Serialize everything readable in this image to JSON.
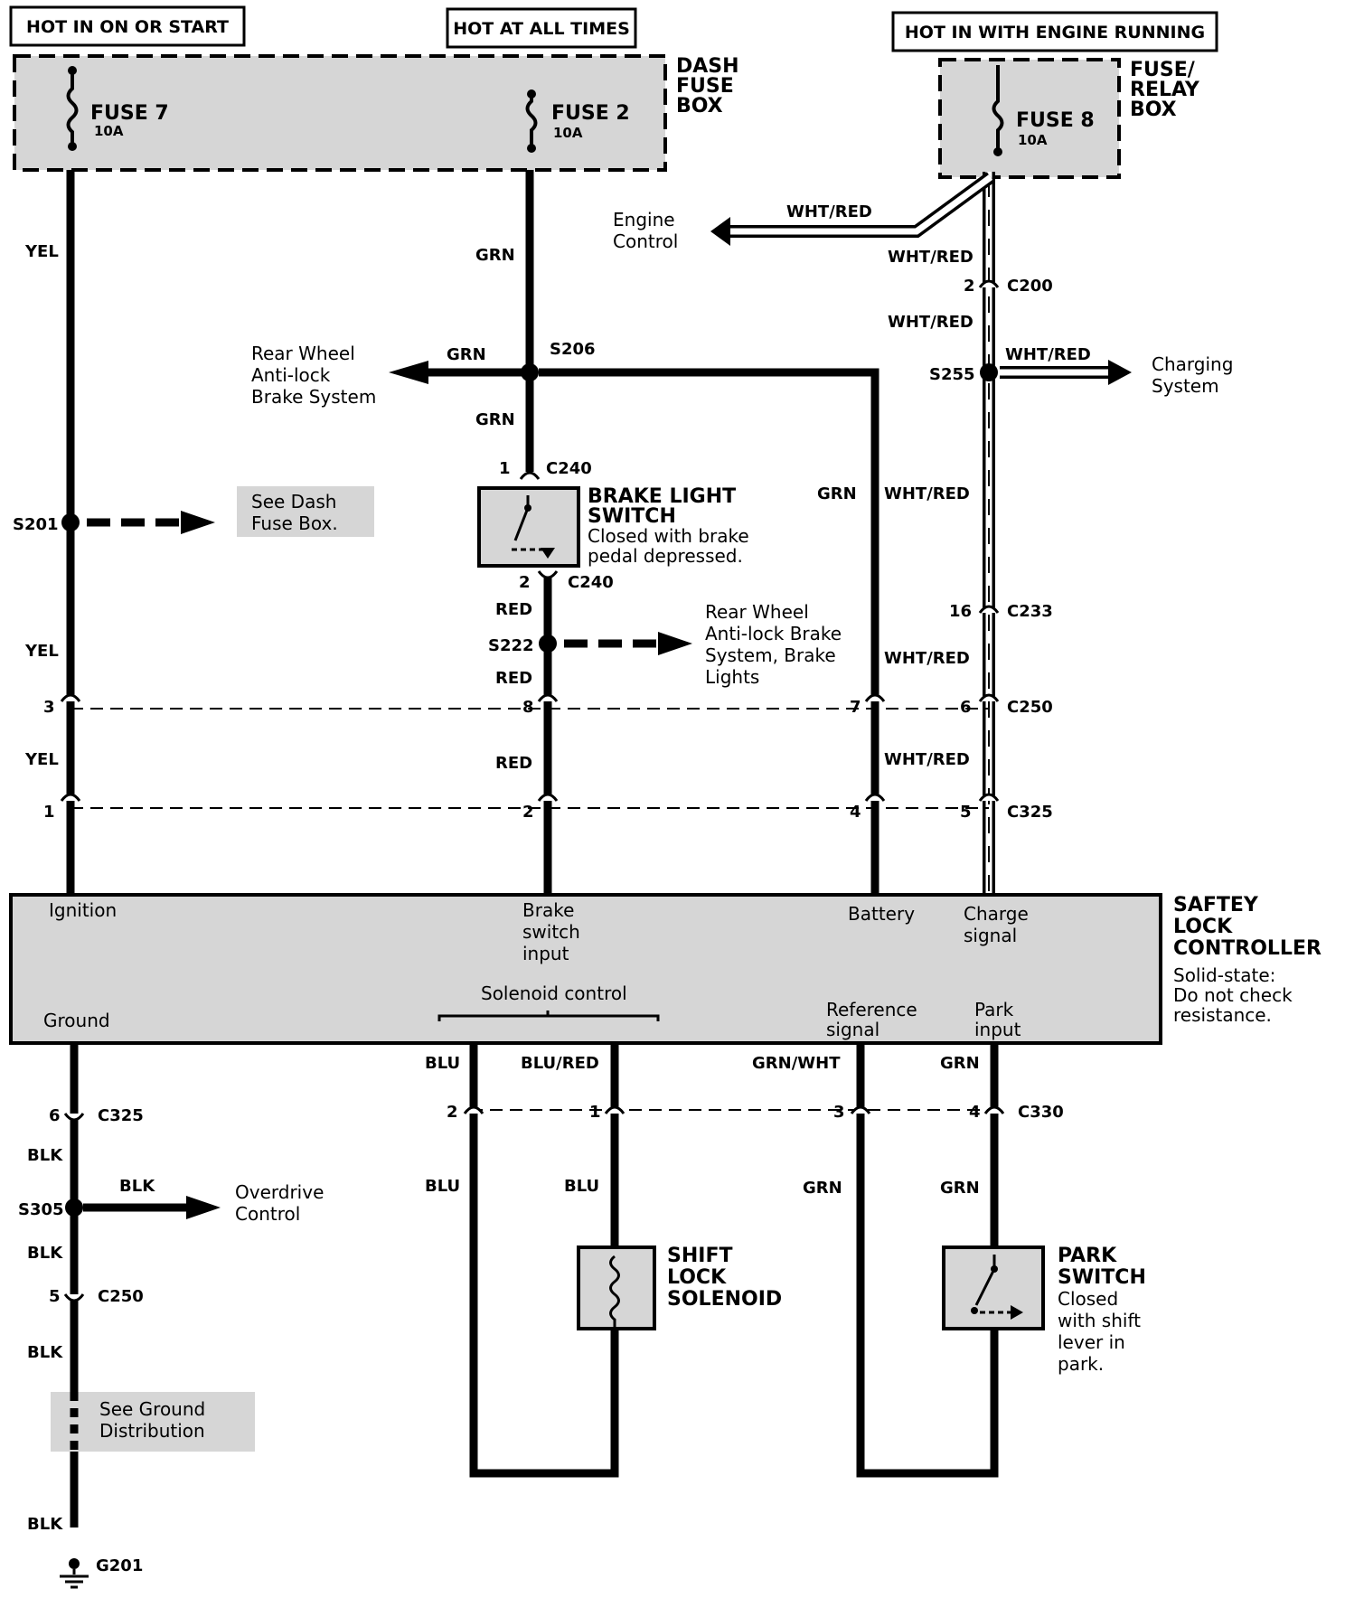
{
  "headers": {
    "ign": "HOT IN ON OR START",
    "all": "HOT AT ALL TIMES",
    "eng": "HOT IN WITH ENGINE RUNNING"
  },
  "dash_fuse_box": {
    "l1": "DASH",
    "l2": "FUSE",
    "l3": "BOX"
  },
  "fuse_relay_box": {
    "l1": "FUSE/",
    "l2": "RELAY",
    "l3": "BOX"
  },
  "fuses": {
    "f7": {
      "name": "FUSE 7",
      "rating": "10A"
    },
    "f2": {
      "name": "FUSE 2",
      "rating": "10A"
    },
    "f8": {
      "name": "FUSE 8",
      "rating": "10A"
    }
  },
  "wires": {
    "yel": "YEL",
    "grn": "GRN",
    "red": "RED",
    "whtred": "WHT/RED",
    "blk": "BLK",
    "blu": "BLU",
    "blured": "BLU/RED",
    "grnwht": "GRN/WHT"
  },
  "splices": {
    "s201": "S201",
    "s206": "S206",
    "s222": "S222",
    "s255": "S255",
    "s305": "S305",
    "g201": "G201"
  },
  "connectors": {
    "c200": "C200",
    "c240": "C240",
    "c233": "C233",
    "c250": "C250",
    "c325": "C325",
    "c330": "C330"
  },
  "pins": {
    "p1": "1",
    "p2": "2",
    "p3": "3",
    "p4": "4",
    "p5": "5",
    "p6": "6",
    "p7": "7",
    "p8": "8",
    "p16": "16"
  },
  "destinations": {
    "engine_control": [
      "Engine",
      "Control"
    ],
    "charging_system": [
      "Charging",
      "System"
    ],
    "rwabs": [
      "Rear Wheel",
      "Anti-lock",
      "Brake System"
    ],
    "rwabs_lights": [
      "Rear Wheel",
      "Anti-lock Brake",
      "System, Brake",
      "Lights"
    ],
    "see_dash": [
      "See Dash",
      "Fuse Box."
    ],
    "overdrive": [
      "Overdrive",
      "Control"
    ],
    "see_ground": [
      "See Ground",
      "Distribution"
    ]
  },
  "brake_switch": {
    "title1": "BRAKE LIGHT",
    "title2": "SWITCH",
    "desc1": "Closed with brake",
    "desc2": "pedal depressed."
  },
  "controller": {
    "title1": "SAFTEY",
    "title2": "LOCK",
    "title3": "CONTROLLER",
    "note1": "Solid-state:",
    "note2": "Do not check",
    "note3": "resistance.",
    "ignition": "Ignition",
    "ground": "Ground",
    "brake_input": [
      "Brake",
      "switch",
      "input"
    ],
    "solenoid_control": "Solenoid control",
    "battery": "Battery",
    "charge_signal": [
      "Charge",
      "signal"
    ],
    "reference_signal": [
      "Reference",
      "signal"
    ],
    "park_input": [
      "Park",
      "input"
    ]
  },
  "shift_lock": {
    "l1": "SHIFT",
    "l2": "LOCK",
    "l3": "SOLENOID"
  },
  "park_switch": {
    "l1": "PARK",
    "l2": "SWITCH",
    "d1": "Closed",
    "d2": "with shift",
    "d3": "lever in",
    "d4": "park."
  }
}
